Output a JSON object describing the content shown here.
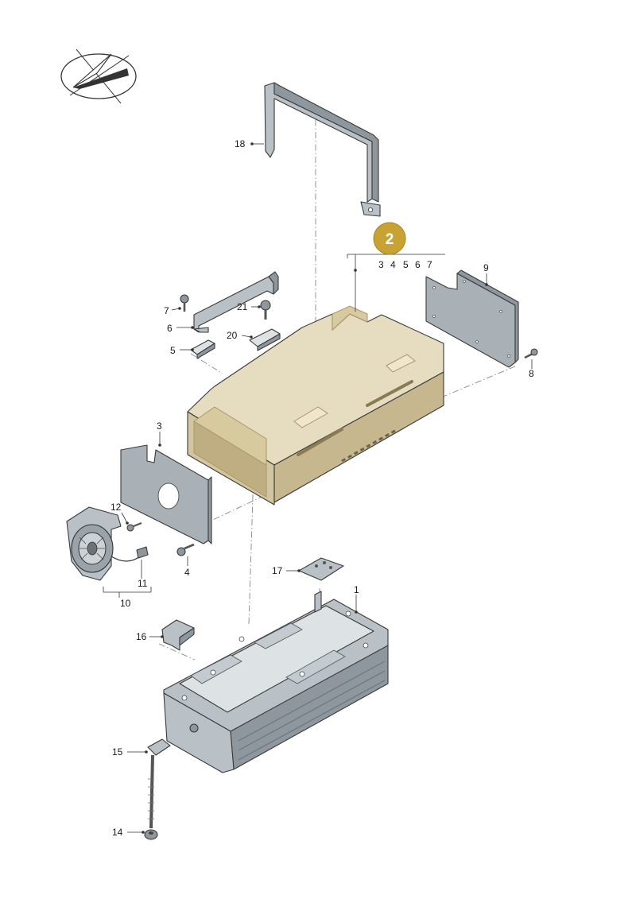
{
  "callout": {
    "number": "2",
    "color": "#c9a234",
    "sub_items": [
      "3",
      "4",
      "5",
      "6",
      "7"
    ]
  },
  "part_labels": {
    "p1": "1",
    "p3": "3",
    "p4": "4",
    "p5": "5",
    "p6": "6",
    "p7": "7",
    "p8": "8",
    "p9": "9",
    "p10": "10",
    "p11": "11",
    "p12": "12",
    "p14": "14",
    "p15": "15",
    "p16": "16",
    "p17": "17",
    "p18": "18",
    "p20": "20",
    "p21": "21"
  },
  "colors": {
    "highlight": "#c9a234",
    "housing": "#e6dcc0",
    "metal": "#b9c1c7"
  },
  "icons": {
    "orientation": "direction-arrow-icon"
  }
}
